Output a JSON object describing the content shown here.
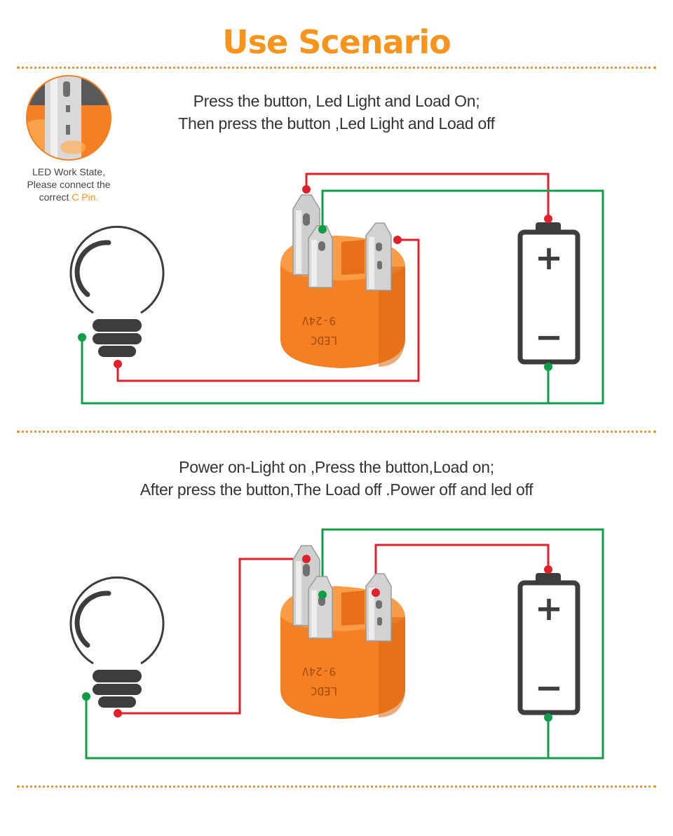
{
  "header": {
    "title": "Use Scenario"
  },
  "inset": {
    "line1": "LED Work State,",
    "line2": "Please connect the",
    "line3_prefix": "correct ",
    "line3_highlight": "C Pin."
  },
  "scenario_1": {
    "line1": "Press the button,  Led Light and Load On;",
    "line2": "Then press the button ,Led Light and Load off"
  },
  "scenario_2": {
    "line1": "Power on-Light on ,Press the button,Load on;",
    "line2": "After press the button,The Load off .Power off and led off"
  },
  "switch": {
    "marking_voltage": "9-24V",
    "marking_brand": "LEDC"
  },
  "battery": {
    "plus_symbol": "+",
    "minus_symbol": "−"
  },
  "colors": {
    "accent": "#f7941d",
    "wire_positive": "#e0202b",
    "wire_negative": "#0f9d48",
    "outline": "#3d3d3d",
    "switch_body": "#f57f23",
    "terminal": "#cfcfcf"
  }
}
